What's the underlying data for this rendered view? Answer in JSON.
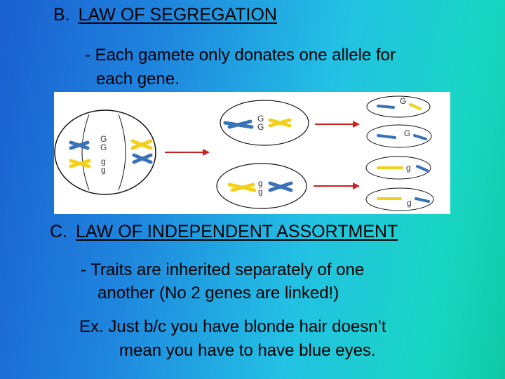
{
  "section_b": {
    "letter": "B.",
    "title": "LAW OF SEGREGATION",
    "bullet_line1": "- Each gamete only donates one allele for",
    "bullet_line2": "each gene."
  },
  "diagram": {
    "parent_labels": [
      "G",
      "G",
      "g",
      "g"
    ],
    "daughter_top_labels": [
      "G",
      "G"
    ],
    "daughter_bottom_labels": [
      "g",
      "g"
    ],
    "gamete_labels": [
      "G",
      "G",
      "g",
      "g"
    ],
    "colors": {
      "blue": "#3a72b8",
      "yellow": "#f2d11d",
      "arrow": "#cc1f1f"
    }
  },
  "section_c": {
    "letter": "C.",
    "title": "LAW OF INDEPENDENT ASSORTMENT",
    "bullet_line1": "-  Traits are inherited separately of one",
    "bullet_line2": "another (No 2 genes are linked!)",
    "example_line1": "Ex.  Just b/c you have blonde hair doesn’t",
    "example_line2": "mean you have to have blue eyes."
  }
}
